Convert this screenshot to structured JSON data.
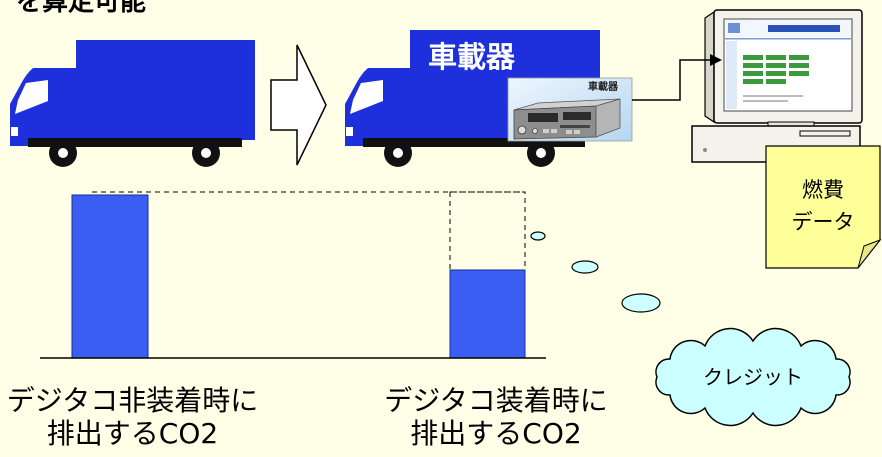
{
  "caption_top": "を算定可能",
  "colors": {
    "background": "#FFFFE8",
    "truck_blue": "#1E30DC",
    "bar_blue": "#3A5DF2",
    "cloud_fill": "#CCFFFF",
    "note_fill": "#FFFF99"
  },
  "icons": {
    "truck": "truck-icon",
    "transition_arrow": "arrow-right-icon",
    "device": "in-vehicle-device-icon",
    "computer": "computer-icon",
    "note": "sticky-note-icon",
    "cloud": "cloud-icon"
  },
  "truck_with_device": {
    "body_label": "車載器",
    "device_photo_label": "車載器"
  },
  "fuel_note": {
    "line1": "燃費",
    "line2": "データ"
  },
  "credit_cloud": {
    "label": "クレジット"
  },
  "comparison": {
    "bars": [
      {
        "label_line1": "デジタコ非装着時に",
        "label_line2": "排出するCO2",
        "relative_level": 1.0
      },
      {
        "label_line1": "デジタコ装着時に",
        "label_line2": "排出するCO2",
        "relative_level": 0.54
      }
    ]
  }
}
